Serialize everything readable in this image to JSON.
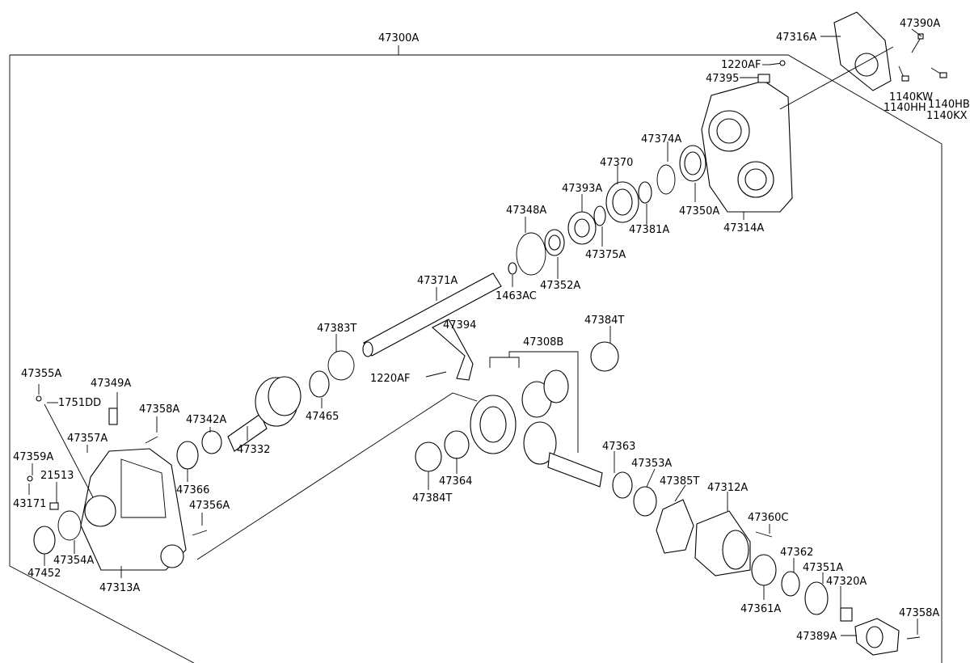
{
  "diagram": {
    "assembly_label": "47300A",
    "parts": [
      {
        "id": "p47390A",
        "label": "47390A"
      },
      {
        "id": "p47316A",
        "label": "47316A"
      },
      {
        "id": "p1220AF_top",
        "label": "1220AF"
      },
      {
        "id": "p47395",
        "label": "47395"
      },
      {
        "id": "p1140KW",
        "label": "1140KW"
      },
      {
        "id": "p1140HH",
        "label": "1140HH"
      },
      {
        "id": "p1140HB",
        "label": "1140HB"
      },
      {
        "id": "p1140KX",
        "label": "1140KX"
      },
      {
        "id": "p47374A",
        "label": "47374A"
      },
      {
        "id": "p47370",
        "label": "47370"
      },
      {
        "id": "p47393A",
        "label": "47393A"
      },
      {
        "id": "p47348A",
        "label": "47348A"
      },
      {
        "id": "p47350A",
        "label": "47350A"
      },
      {
        "id": "p47381A",
        "label": "47381A"
      },
      {
        "id": "p47314A",
        "label": "47314A"
      },
      {
        "id": "p47375A",
        "label": "47375A"
      },
      {
        "id": "p47352A",
        "label": "47352A"
      },
      {
        "id": "p1463AC",
        "label": "1463AC"
      },
      {
        "id": "p47371A",
        "label": "47371A"
      },
      {
        "id": "p47383T",
        "label": "47383T"
      },
      {
        "id": "p47394",
        "label": "47394"
      },
      {
        "id": "p47384T_top",
        "label": "47384T"
      },
      {
        "id": "p47308B",
        "label": "47308B"
      },
      {
        "id": "p1220AF_mid",
        "label": "1220AF"
      },
      {
        "id": "p47355A",
        "label": "47355A"
      },
      {
        "id": "p47349A",
        "label": "47349A"
      },
      {
        "id": "p1751DD",
        "label": "1751DD"
      },
      {
        "id": "p47358A_left",
        "label": "47358A"
      },
      {
        "id": "p47342A",
        "label": "47342A"
      },
      {
        "id": "p47465",
        "label": "47465"
      },
      {
        "id": "p47332",
        "label": "47332"
      },
      {
        "id": "p47357A",
        "label": "47357A"
      },
      {
        "id": "p47359A",
        "label": "47359A"
      },
      {
        "id": "p21513",
        "label": "21513"
      },
      {
        "id": "p43171",
        "label": "43171"
      },
      {
        "id": "p47366",
        "label": "47366"
      },
      {
        "id": "p47356A",
        "label": "47356A"
      },
      {
        "id": "p47363",
        "label": "47363"
      },
      {
        "id": "p47353A",
        "label": "47353A"
      },
      {
        "id": "p47364",
        "label": "47364"
      },
      {
        "id": "p47384T_bottom",
        "label": "47384T"
      },
      {
        "id": "p47385T",
        "label": "47385T"
      },
      {
        "id": "p47312A",
        "label": "47312A"
      },
      {
        "id": "p47360C",
        "label": "47360C"
      },
      {
        "id": "p47362",
        "label": "47362"
      },
      {
        "id": "p47351A",
        "label": "47351A"
      },
      {
        "id": "p47320A",
        "label": "47320A"
      },
      {
        "id": "p47361A",
        "label": "47361A"
      },
      {
        "id": "p47358A_right",
        "label": "47358A"
      },
      {
        "id": "p47389A",
        "label": "47389A"
      },
      {
        "id": "p47354A",
        "label": "47354A"
      },
      {
        "id": "p47452",
        "label": "47452"
      },
      {
        "id": "p47313A",
        "label": "47313A"
      }
    ]
  }
}
